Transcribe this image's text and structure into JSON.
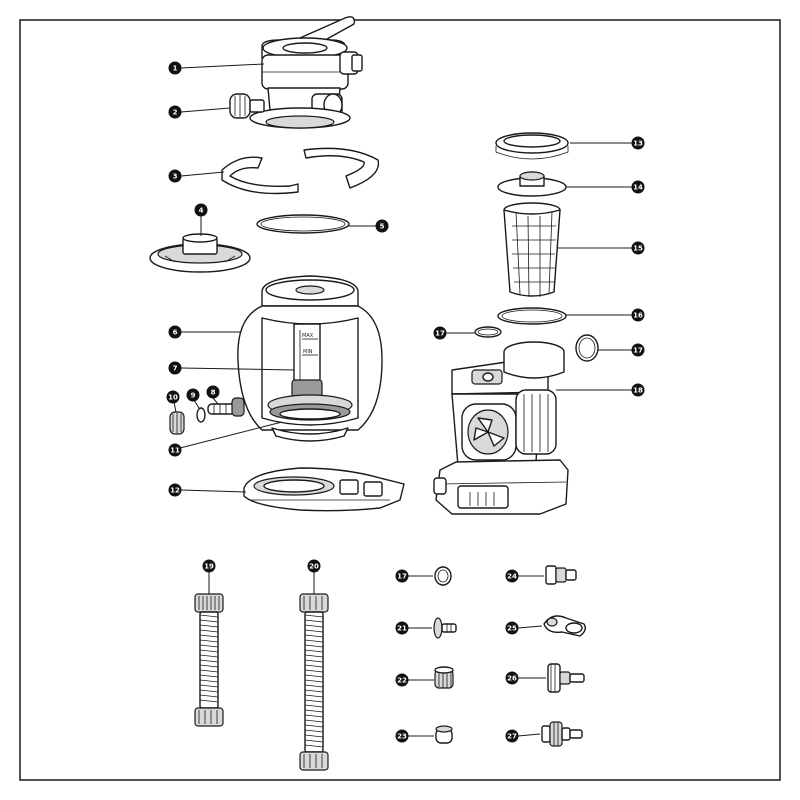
{
  "diagram": {
    "callouts": [
      "1",
      "2",
      "3",
      "4",
      "5",
      "6",
      "7",
      "8",
      "9",
      "10",
      "11",
      "12",
      "13",
      "14",
      "15",
      "16",
      "17",
      "17",
      "18",
      "19",
      "20",
      "17",
      "21",
      "22",
      "23",
      "24",
      "25",
      "26",
      "27"
    ],
    "gauge_labels": {
      "max": "MAX",
      "min": "MIN"
    }
  }
}
